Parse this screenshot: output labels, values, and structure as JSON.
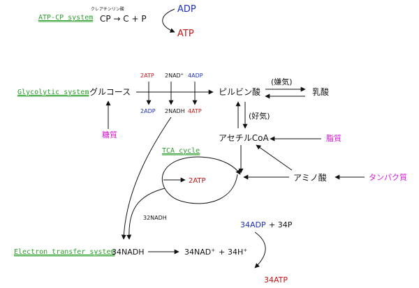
{
  "colors": {
    "system": "#2a9d2a",
    "adp": "#1d2fb8",
    "atp": "#c41414",
    "source": "#d619d6",
    "text": "#111111"
  },
  "systems": {
    "atp_cp": "ATP-CP system",
    "glycolytic": "Glycolytic system",
    "electron_transfer": "Electron transfer system",
    "tca": "TCA cycle"
  },
  "atp_cp": {
    "note": "クレアチンリン酸",
    "reaction": "CP → C + P",
    "adp": "ADP",
    "atp": "ATP"
  },
  "glycolysis": {
    "glucose": "グルコース",
    "pyruvate": "ピルビン酸",
    "lactate": "乳酸",
    "anaerobic": "(嫌気)",
    "aerobic": "(好気)",
    "in_atp": "2ATP",
    "in_nad": "2NAD",
    "in_nad_sup": "+",
    "in_adp": "4ADP",
    "out_adp": "2ADP",
    "out_nadh": "2NADH",
    "out_atp": "4ATP",
    "sugar": "糖質"
  },
  "tca": {
    "acetyl_coa": "アセチルCoA",
    "fat": "脂質",
    "amino_acid": "アミノ酸",
    "protein": "タンパク質",
    "atp": "2ATP",
    "nadh": "32NADH"
  },
  "etc": {
    "nadh": "34NADH",
    "nad": "34NAD",
    "nad_sup": "+",
    "plus1": "+",
    "h": "34H",
    "h_sup": "+",
    "adp": "34ADP",
    "plus2": "+ 34P",
    "atp": "34ATP"
  }
}
